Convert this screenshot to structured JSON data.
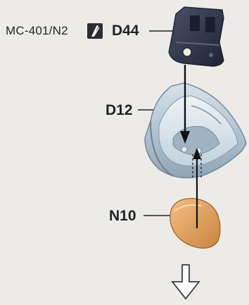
{
  "header": {
    "model_code": "MC-401/N2"
  },
  "icons": {
    "tool_badge": "tweezers-icon",
    "flow_arrow": "down-arrow-outline-icon"
  },
  "parts": [
    {
      "label": "D44",
      "description_icon": "clip-part-icon",
      "color": "#2f3548"
    },
    {
      "label": "D12",
      "description_icon": "housing-part-icon",
      "color": "#a9bccb"
    },
    {
      "label": "N10",
      "description_icon": "pad-part-icon",
      "color": "#d99a58"
    }
  ],
  "colors": {
    "background": "#ecebe7",
    "text": "#1f2227",
    "badge": "#2b2d31"
  }
}
